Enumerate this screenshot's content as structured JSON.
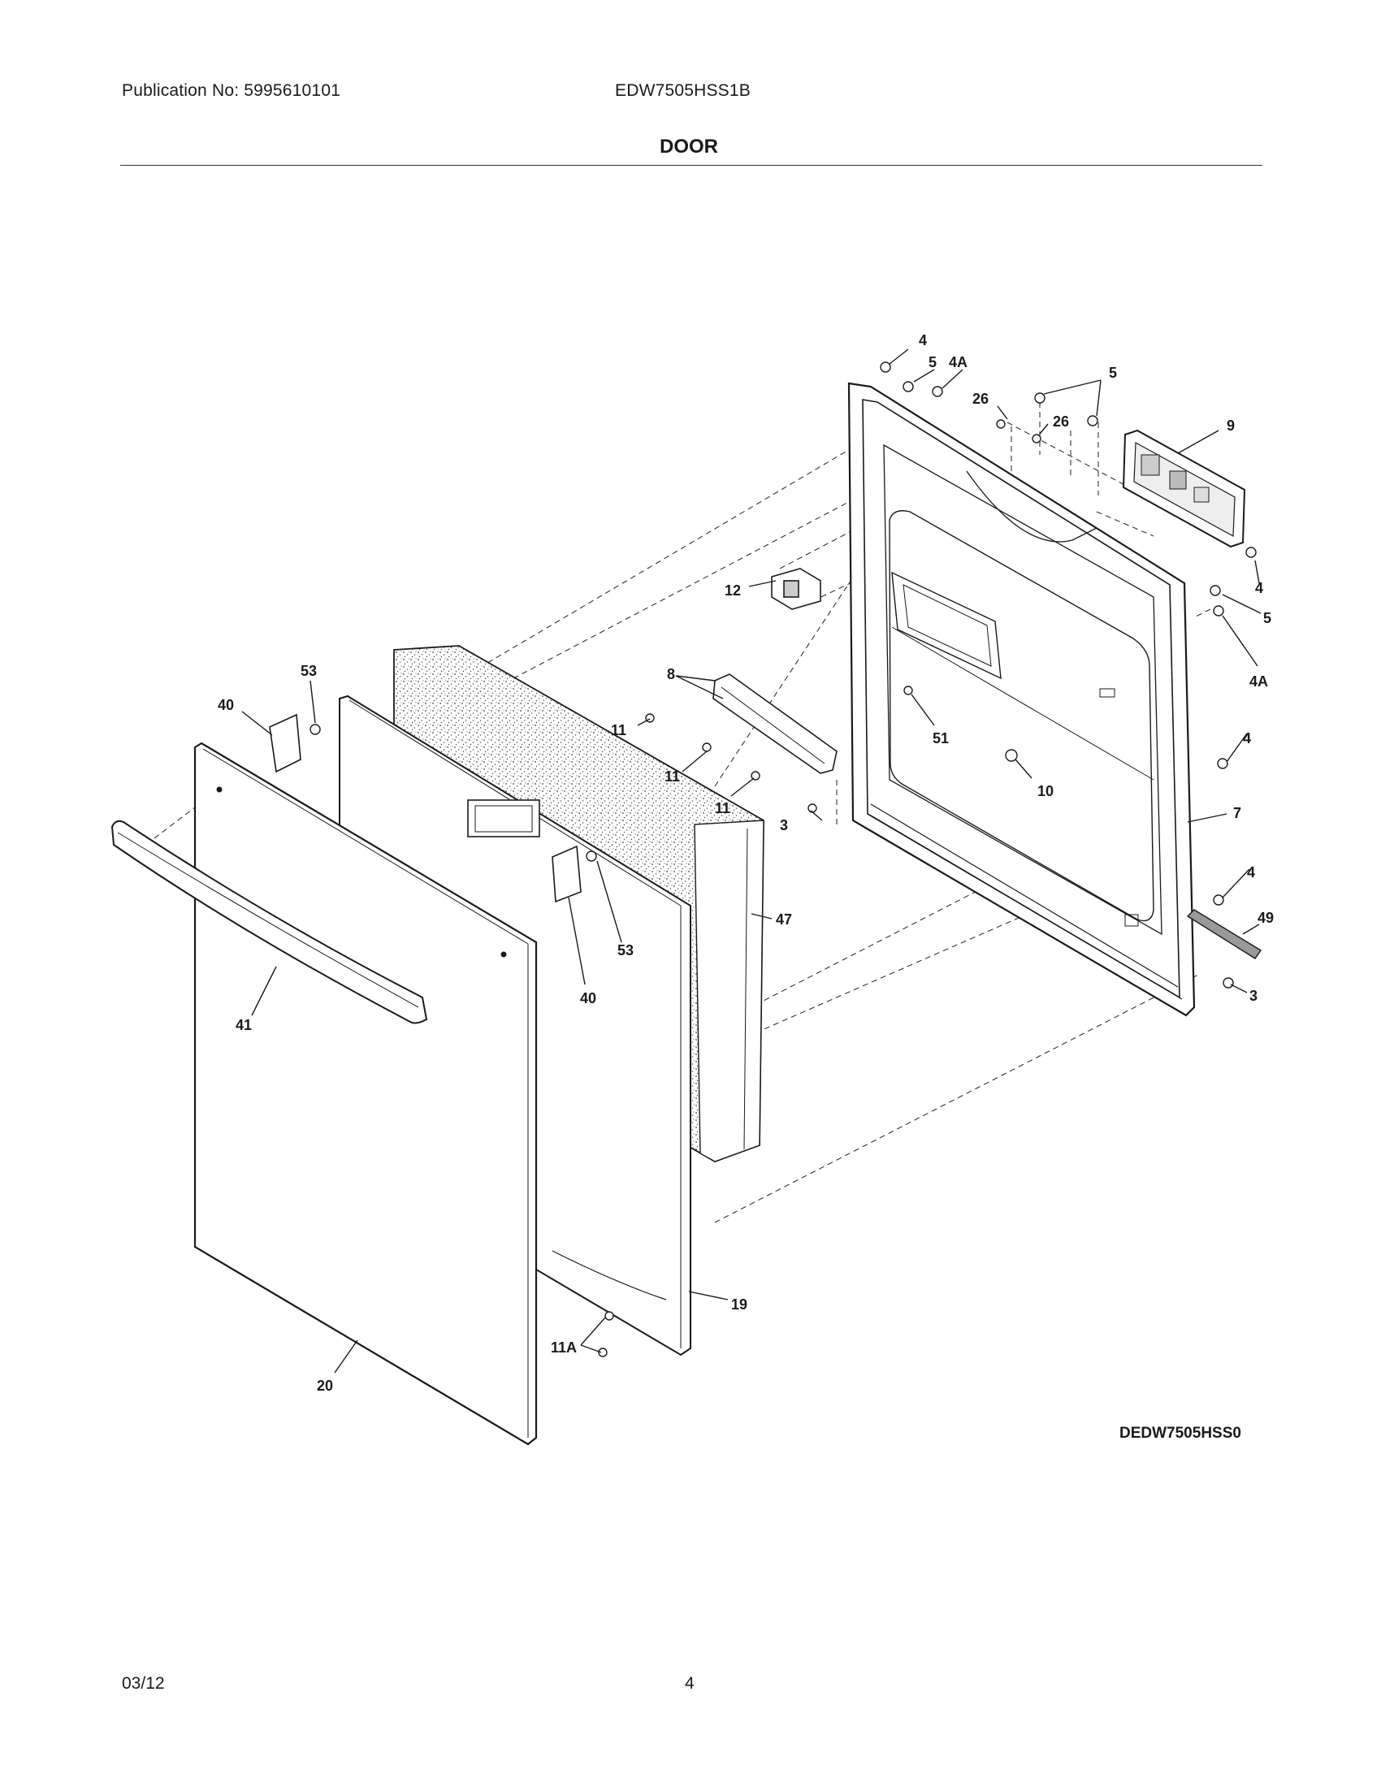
{
  "header": {
    "publication": "Publication No: 5995610101",
    "model": "EDW7505HSS1B",
    "section_title": "DOOR"
  },
  "diagram": {
    "drawing_id": "DEDW7505HSS0",
    "callouts": [
      "4",
      "5",
      "4A",
      "26",
      "5",
      "26",
      "9",
      "12",
      "4",
      "5",
      "4A",
      "8",
      "11",
      "51",
      "11",
      "11",
      "10",
      "3",
      "4",
      "7",
      "53",
      "40",
      "47",
      "53",
      "40",
      "4",
      "49",
      "3",
      "41",
      "19",
      "11A",
      "20"
    ]
  },
  "footer": {
    "date": "03/12",
    "page": "4"
  }
}
